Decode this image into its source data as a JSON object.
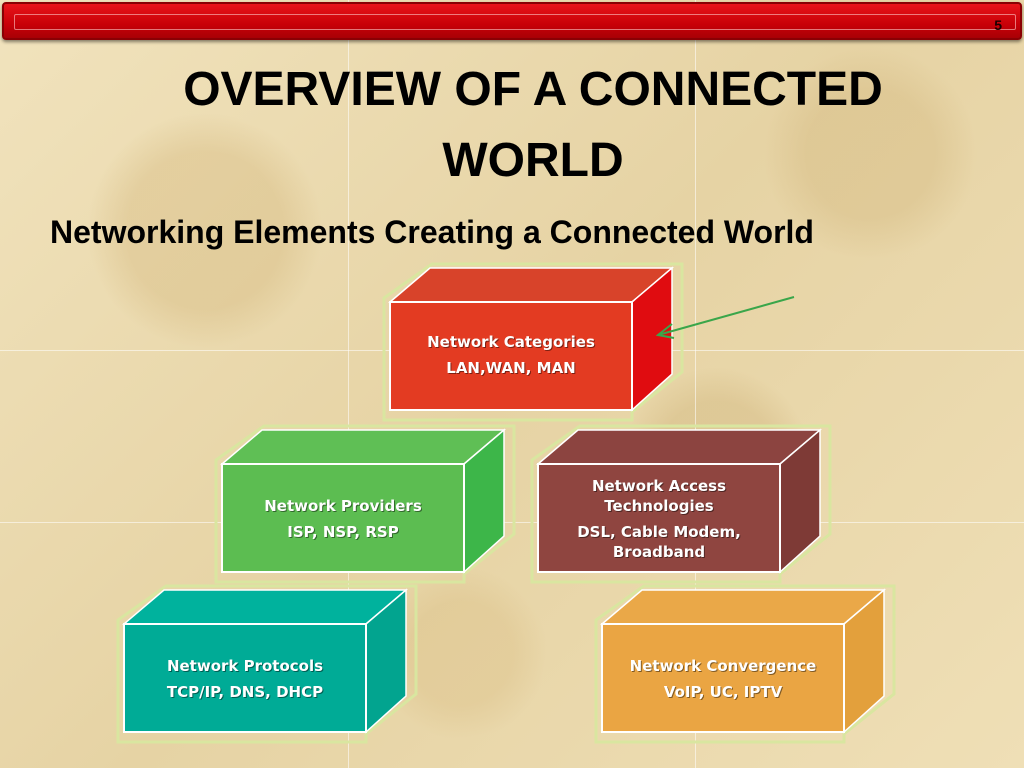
{
  "slide": {
    "number": "5",
    "title_lines": [
      "OVERVIEW OF A CONNECTED",
      "WORLD"
    ],
    "subtitle": "Networking Elements Creating a Connected World"
  },
  "boxes": [
    {
      "id": "categories",
      "title": "Network Categories",
      "detail": "LAN,WAN, MAN",
      "front": "#e33b22",
      "top": "#d8432a",
      "side": "#e00c10"
    },
    {
      "id": "providers",
      "title": "Network Providers",
      "detail": "ISP, NSP, RSP",
      "front": "#5cbd51",
      "top": "#5fbf55",
      "side": "#3db649"
    },
    {
      "id": "access",
      "title_lines": [
        "Network Access",
        "Technologies"
      ],
      "detail_lines": [
        "DSL, Cable Modem,",
        "Broadband"
      ],
      "front": "#8f4540",
      "top": "#8c4440",
      "side": "#7e3a36"
    },
    {
      "id": "protocols",
      "title": "Network Protocols",
      "detail": "TCP/IP, DNS, DHCP",
      "front": "#00ab96",
      "top": "#00b29d",
      "side": "#02a48f"
    },
    {
      "id": "convergence",
      "title": "Network Convergence",
      "detail": "VoIP, UC, IPTV",
      "front": "#eaa543",
      "top": "#eaa848",
      "side": "#e3a03c"
    }
  ],
  "colors": {
    "title_bar": "#c80008",
    "arrow": "#3aa64a",
    "background": "#ecdcb2"
  }
}
